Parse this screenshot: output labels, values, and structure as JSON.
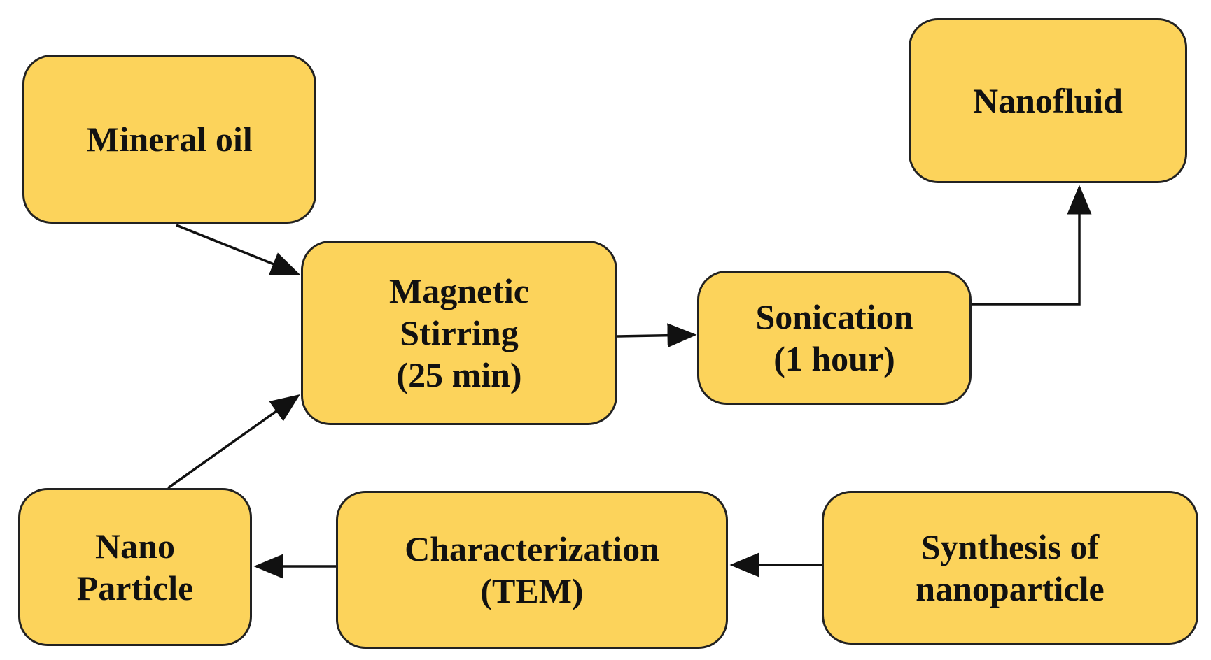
{
  "diagram": {
    "nodes": [
      {
        "id": "mineral",
        "lines": [
          "Mineral oil"
        ]
      },
      {
        "id": "magnetic",
        "lines": [
          "Magnetic",
          "Stirring",
          "(25 min)"
        ]
      },
      {
        "id": "sonication",
        "lines": [
          "Sonication",
          "(1 hour)"
        ]
      },
      {
        "id": "nanofluid",
        "lines": [
          "Nanofluid"
        ]
      },
      {
        "id": "nanoparticle",
        "lines": [
          "Nano",
          "Particle"
        ]
      },
      {
        "id": "characterization",
        "lines": [
          "Characterization",
          "(TEM)"
        ]
      },
      {
        "id": "synthesis",
        "lines": [
          "Synthesis of",
          "nanoparticle"
        ]
      }
    ],
    "edges": [
      {
        "from": "mineral",
        "to": "magnetic"
      },
      {
        "from": "nanoparticle",
        "to": "magnetic"
      },
      {
        "from": "magnetic",
        "to": "sonication"
      },
      {
        "from": "sonication",
        "to": "nanofluid"
      },
      {
        "from": "synthesis",
        "to": "characterization"
      },
      {
        "from": "characterization",
        "to": "nanoparticle"
      }
    ],
    "colors": {
      "node_fill": "#fcd35b",
      "node_border": "#222222",
      "arrow": "#111111",
      "text": "#111111"
    }
  }
}
